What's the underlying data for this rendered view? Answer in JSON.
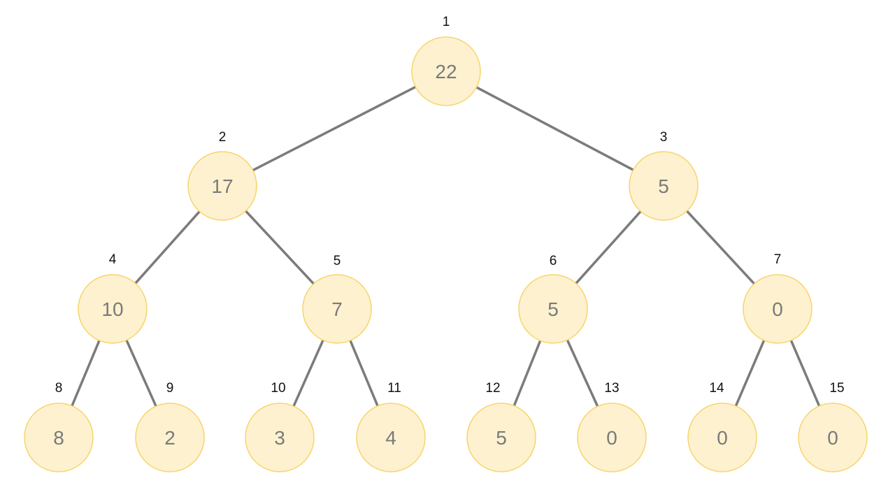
{
  "colors": {
    "node_fill": "#fdf1cf",
    "node_stroke": "#f7d56b",
    "edge": "#7b7b7b",
    "value_text": "#7a7a7a",
    "index_text": "#111111"
  },
  "tree": {
    "nodes": [
      {
        "index": "1",
        "value": "22"
      },
      {
        "index": "2",
        "value": "17"
      },
      {
        "index": "3",
        "value": "5"
      },
      {
        "index": "4",
        "value": "10"
      },
      {
        "index": "5",
        "value": "7"
      },
      {
        "index": "6",
        "value": "5"
      },
      {
        "index": "7",
        "value": "0"
      },
      {
        "index": "8",
        "value": "8"
      },
      {
        "index": "9",
        "value": "2"
      },
      {
        "index": "10",
        "value": "3"
      },
      {
        "index": "11",
        "value": "4"
      },
      {
        "index": "12",
        "value": "5"
      },
      {
        "index": "13",
        "value": "0"
      },
      {
        "index": "14",
        "value": "0"
      },
      {
        "index": "15",
        "value": "0"
      }
    ],
    "edges": [
      [
        "1",
        "2"
      ],
      [
        "1",
        "3"
      ],
      [
        "2",
        "4"
      ],
      [
        "2",
        "5"
      ],
      [
        "3",
        "6"
      ],
      [
        "3",
        "7"
      ],
      [
        "4",
        "8"
      ],
      [
        "4",
        "9"
      ],
      [
        "5",
        "10"
      ],
      [
        "5",
        "11"
      ],
      [
        "6",
        "12"
      ],
      [
        "6",
        "13"
      ],
      [
        "7",
        "14"
      ],
      [
        "7",
        "15"
      ]
    ]
  }
}
